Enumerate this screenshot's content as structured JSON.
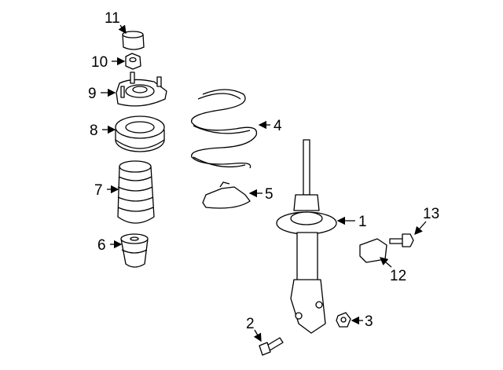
{
  "callouts": [
    {
      "id": "1"
    },
    {
      "id": "2"
    },
    {
      "id": "3"
    },
    {
      "id": "4"
    },
    {
      "id": "5"
    },
    {
      "id": "6"
    },
    {
      "id": "7"
    },
    {
      "id": "8"
    },
    {
      "id": "9"
    },
    {
      "id": "10"
    },
    {
      "id": "11"
    },
    {
      "id": "12"
    },
    {
      "id": "13"
    }
  ]
}
